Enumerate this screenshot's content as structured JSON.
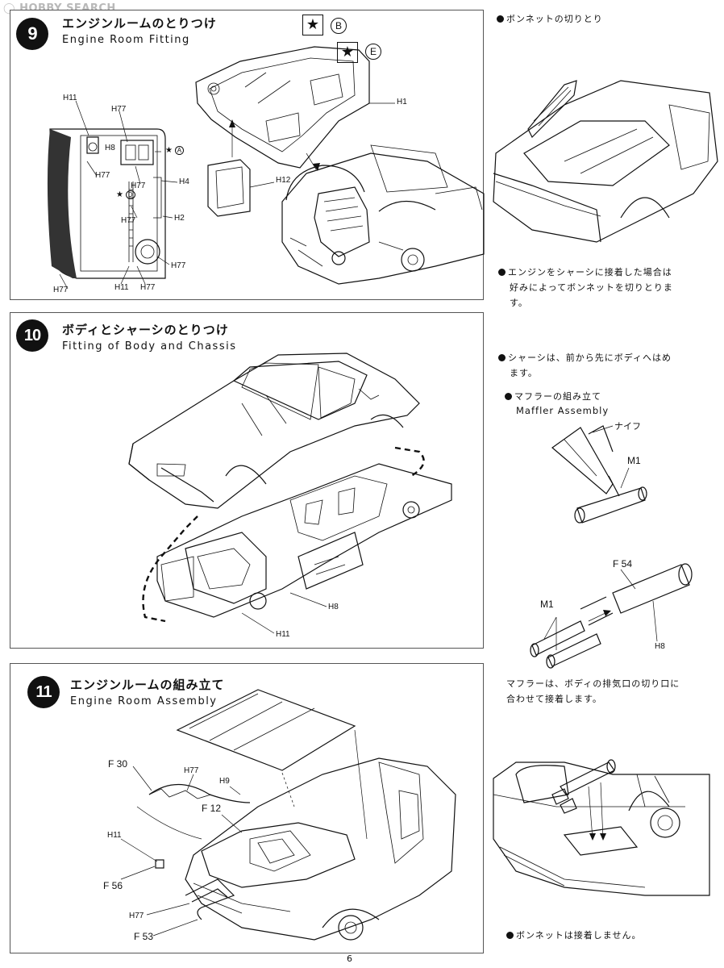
{
  "watermark": {
    "hobby": "HOBBY",
    "search": "SEARCH"
  },
  "steps": [
    {
      "number": "9",
      "title_jp": "エンジンルームのとりつけ",
      "title_en": "Engine Room Fitting"
    },
    {
      "number": "10",
      "title_jp": "ボディとシャーシのとりつけ",
      "title_en": "Fitting of Body and Chassis"
    },
    {
      "number": "11",
      "title_jp": "エンジンルームの組み立て",
      "title_en": "Engine Room Assembly"
    }
  ],
  "step9_labels": {
    "h1": "H1",
    "h12": "H12",
    "h11": "H11",
    "h77a": "H77",
    "h77b": "H77",
    "h77c": "H77",
    "h77d": "H77",
    "h77e": "H77",
    "h77f": "H77",
    "h77g": "H77",
    "h8": "H8",
    "h4": "H4",
    "h2": "H2",
    "h11b": "H11",
    "star_b": "B",
    "star_e": "E",
    "star_a": "A",
    "star_d": "D"
  },
  "step10_labels": {
    "h8": "H8",
    "h11": "H11"
  },
  "step11_labels": {
    "f30": "F 30",
    "h77a": "H77",
    "h9": "H9",
    "f12": "F 12",
    "h11": "H11",
    "f56": "F 56",
    "h77b": "H77",
    "f53": "F 53"
  },
  "side_notes": {
    "bonnet_cut": "ボンネットの切りとり",
    "bonnet_cut_desc_1": "エンジンをシャーシに接着した場合は",
    "bonnet_cut_desc_2": "好みによってボンネットを切りとりま",
    "bonnet_cut_desc_3": "す。",
    "chassis_1": "シャーシは、前から先にボディへはめ",
    "chassis_2": "ます。",
    "muffler_jp": "マフラーの組み立て",
    "muffler_en": "Maffler Assembly",
    "knife": "ナイフ",
    "m1_a": "M1",
    "f54": "F 54",
    "m1_b": "M1",
    "h8": "H8",
    "muffler_desc_1": "マフラーは、ボディの排気口の切り口に",
    "muffler_desc_2": "合わせて接着します。",
    "bonnet_not_glued": "ボンネットは接着しません。"
  },
  "page_number": "6"
}
